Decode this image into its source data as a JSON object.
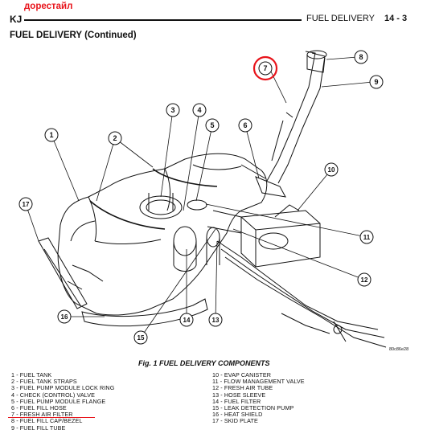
{
  "overlay": {
    "label": "дорестайл",
    "color": "#e8141b"
  },
  "header": {
    "section": "KJ",
    "title": "FUEL DELIVERY",
    "page": "14 - 3"
  },
  "subtitle": "FUEL DELIVERY (Continued)",
  "figure": {
    "caption": "Fig. 1 FUEL DELIVERY COMPONENTS",
    "code": "80c86e28",
    "callouts": [
      "1",
      "2",
      "3",
      "4",
      "5",
      "6",
      "7",
      "8",
      "9",
      "10",
      "11",
      "12",
      "13",
      "14",
      "15",
      "16",
      "17"
    ]
  },
  "legend": {
    "left": [
      "1 - FUEL TANK",
      "2 - FUEL TANK STRAPS",
      "3 - FUEL PUMP MODULE LOCK RING",
      "4 - CHECK (CONTROL) VALVE",
      "5 - FUEL PUMP MODULE FLANGE",
      "6 - FUEL FILL HOSE",
      "7 - FRESH AIR FILTER",
      "8 - FUEL FILL CAP/BEZEL",
      "9 - FUEL FILL TUBE"
    ],
    "right": [
      "10 - EVAP CANISTER",
      "11 - FLOW MANAGEMENT VALVE",
      "12 - FRESH AIR TUBE",
      "13 - HOSE SLEEVE",
      "14 - FUEL FILTER",
      "15 - LEAK DETECTION PUMP",
      "16 - HEAT SHIELD",
      "17 - SKID PLATE"
    ]
  },
  "highlight": {
    "callout": "7",
    "color": "#e8141b"
  }
}
